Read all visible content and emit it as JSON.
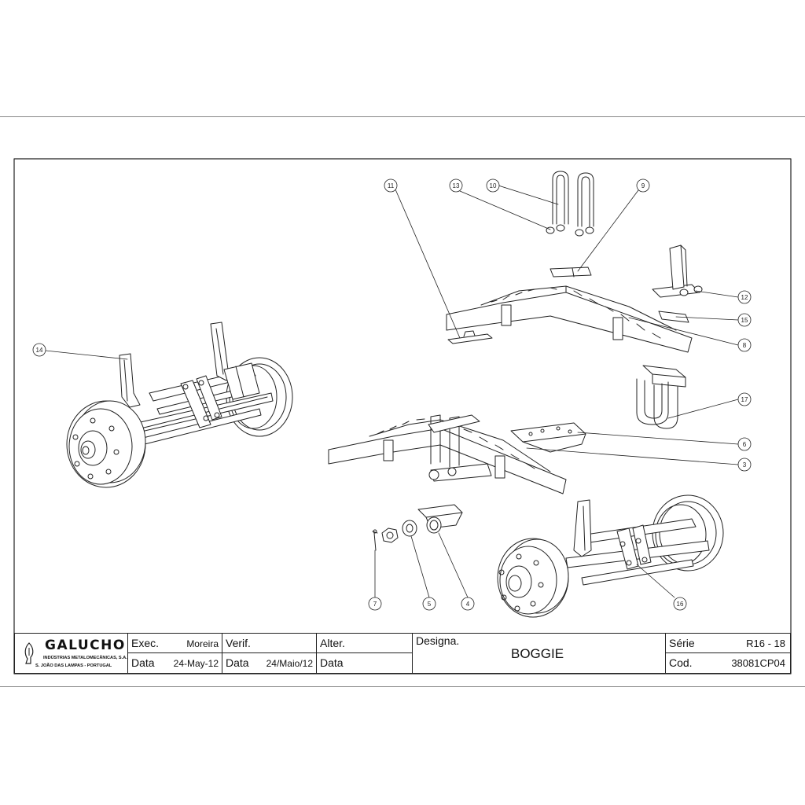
{
  "callouts": [
    {
      "n": "11"
    },
    {
      "n": "13"
    },
    {
      "n": "10"
    },
    {
      "n": "9"
    },
    {
      "n": "12"
    },
    {
      "n": "15"
    },
    {
      "n": "8"
    },
    {
      "n": "17"
    },
    {
      "n": "6"
    },
    {
      "n": "3"
    },
    {
      "n": "14"
    },
    {
      "n": "7"
    },
    {
      "n": "5"
    },
    {
      "n": "4"
    },
    {
      "n": "16"
    }
  ],
  "title_block": {
    "company": "GALUCHO",
    "company_line1": "INDÚSTRIAS METALOMECÂNICAS, S.A.",
    "company_line2": "S. JOÃO DAS LAMPAS - PORTUGAL",
    "exec_label": "Exec.",
    "exec_value": "Moreira",
    "exec_date_label": "Data",
    "exec_date": "24-May-12",
    "verif_label": "Verif.",
    "verif_date_label": "Data",
    "verif_date": "24/Maio/12",
    "alter_label": "Alter.",
    "alter_date_label": "Data",
    "designa_label": "Designa.",
    "designa_value": "BOGGIE",
    "serie_label": "Série",
    "serie_value": "R16 - 18",
    "cod_label": "Cod.",
    "cod_value": "38081CP04"
  }
}
